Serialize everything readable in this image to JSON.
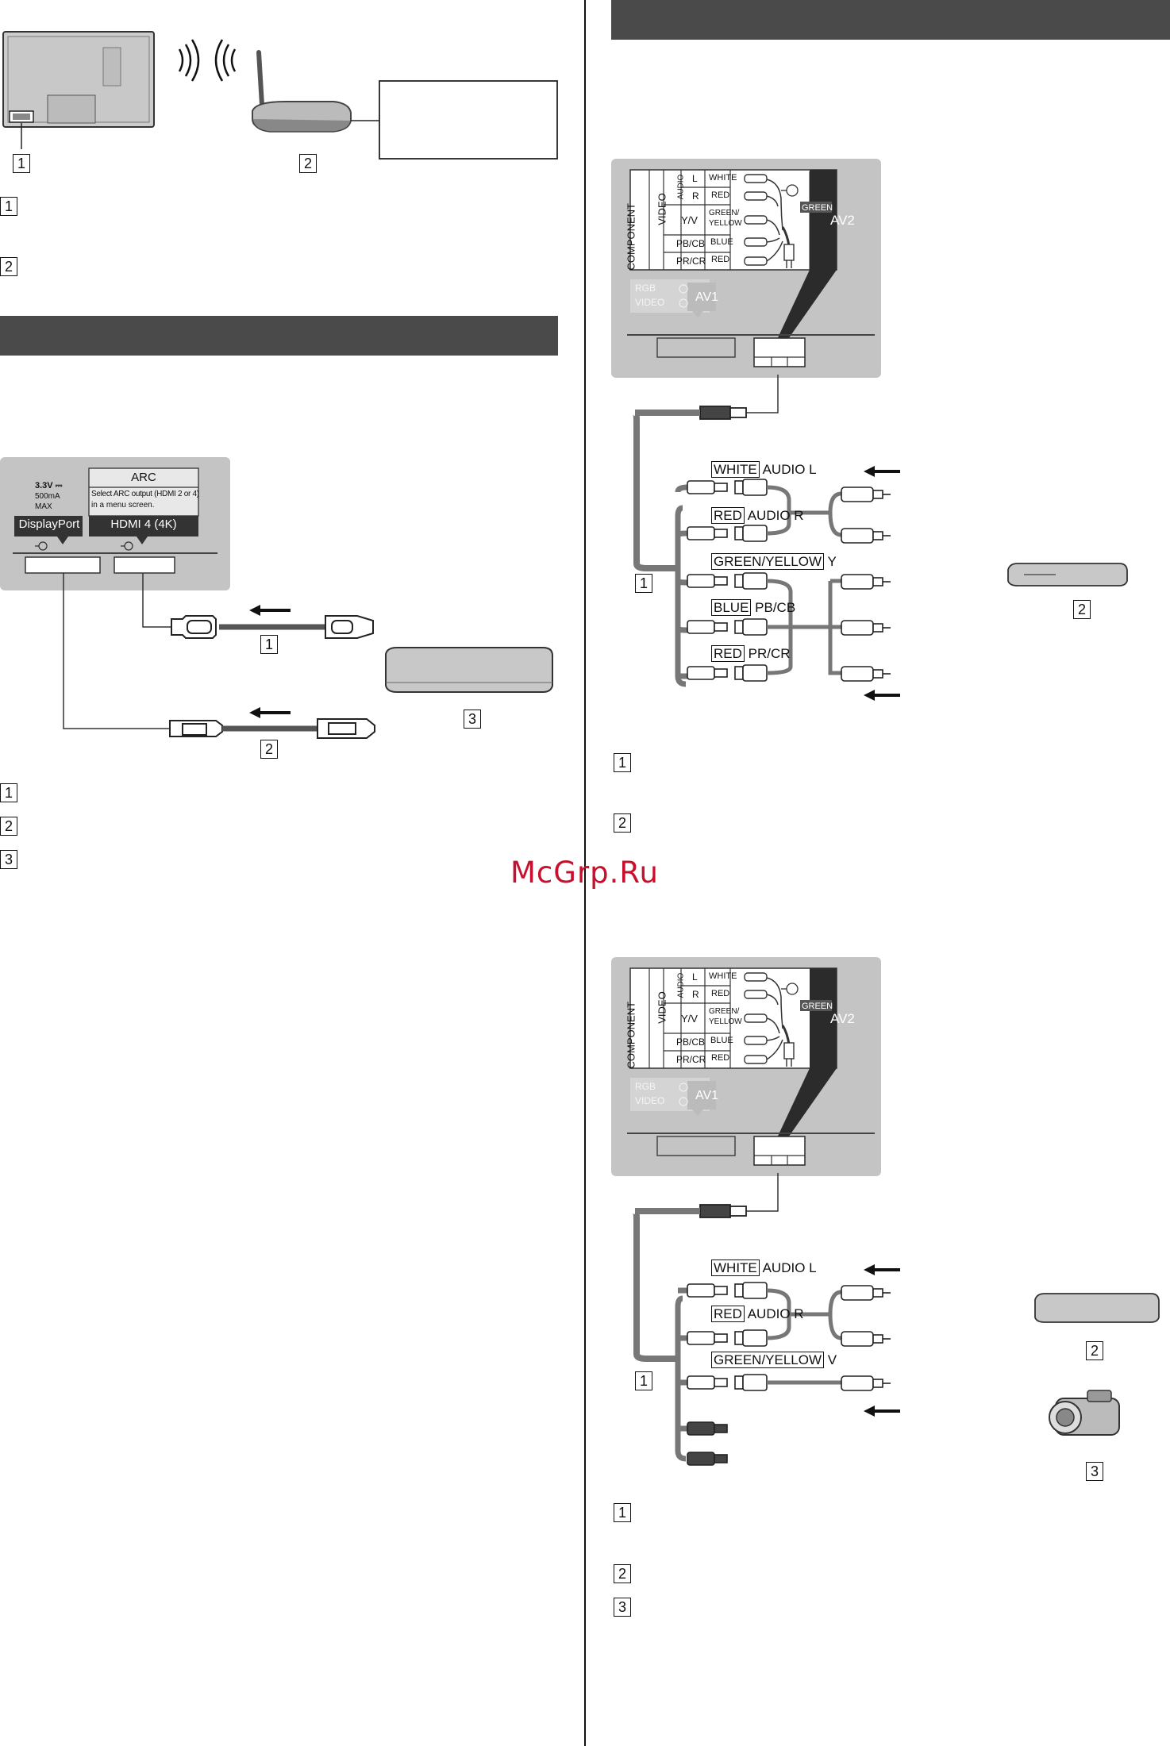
{
  "left": {
    "network": {
      "callouts": [
        "1",
        "2"
      ],
      "legend": [
        "1",
        "2"
      ]
    },
    "hdmi_section": {
      "port_label_voltage": "3.3V ⎓",
      "port_label_current": "500mA",
      "port_label_max": "MAX",
      "displayport_label": "DisplayPort",
      "arc_label": "ARC",
      "arc_note_line1": "Select ARC output (HDMI 2 or 4)",
      "arc_note_line2": "in a menu screen.",
      "hdmi_label": "HDMI 4 (4K)",
      "callouts": [
        "1",
        "2",
        "3"
      ],
      "legend": [
        "1",
        "2",
        "3"
      ]
    }
  },
  "right": {
    "panel": {
      "component": "COMPONENT",
      "video": "VIDEO",
      "audio": "AUDIO",
      "l": "L",
      "r": "R",
      "yv": "Y/V",
      "pbcb": "PB/CB",
      "prcr": "PR/CR",
      "white": "WHITE",
      "red": "RED",
      "green_yellow_1": "GREEN/",
      "green_yellow_2": "YELLOW",
      "blue": "BLUE",
      "green": "GREEN",
      "av2": "AV2",
      "rgb": "RGB",
      "video_av1": "VIDEO",
      "av1": "AV1"
    },
    "component_section": {
      "cables": [
        {
          "tag": "WHITE",
          "text": "AUDIO L"
        },
        {
          "tag": "RED",
          "text": "AUDIO R"
        },
        {
          "tag": "GREEN/YELLOW",
          "text": "Y"
        },
        {
          "tag": "BLUE",
          "text": "PB/CB"
        },
        {
          "tag": "RED",
          "text": "PR/CR"
        }
      ],
      "callouts": [
        "1",
        "2"
      ],
      "legend": [
        "1",
        "2"
      ]
    },
    "composite_section": {
      "cables": [
        {
          "tag": "WHITE",
          "text": "AUDIO L"
        },
        {
          "tag": "RED",
          "text": "AUDIO R"
        },
        {
          "tag": "GREEN/YELLOW",
          "text": "V"
        }
      ],
      "callouts": [
        "1",
        "2",
        "3"
      ],
      "legend": [
        "1",
        "2",
        "3"
      ]
    }
  },
  "watermark": "McGrp.Ru"
}
